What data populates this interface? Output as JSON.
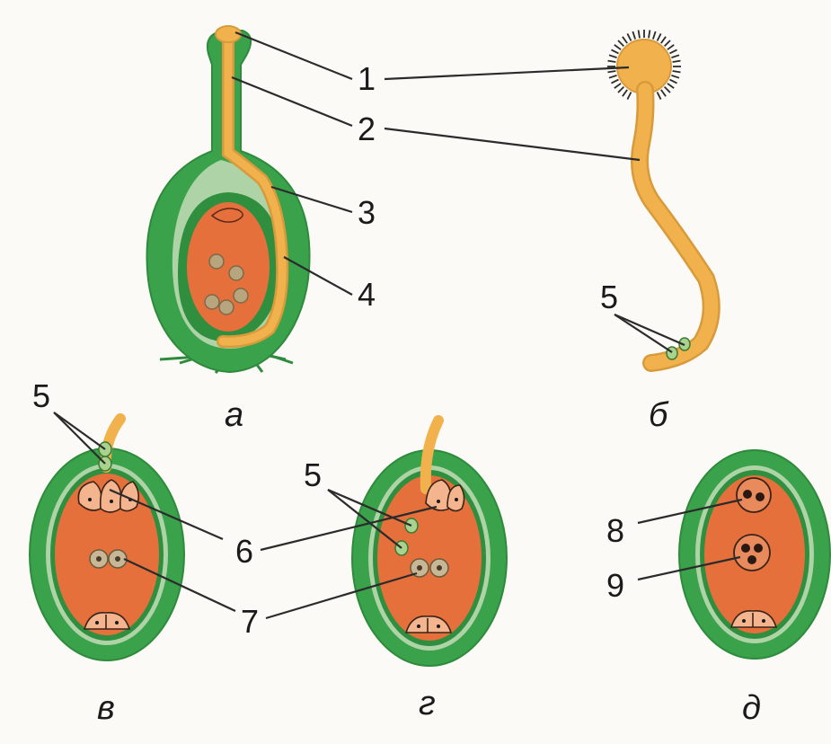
{
  "colors": {
    "wall": "#3aa24a",
    "wall_dark": "#2e8a3c",
    "inner_layer": "#aed3a6",
    "embryo_sac": "#e5703c",
    "pollen_tube": "#f1b24e",
    "background": "#fbfaf6"
  },
  "labels": {
    "n1": "1",
    "n2": "2",
    "n3": "3",
    "n4": "4",
    "n5_b": "5",
    "n5_v": "5",
    "n5_g": "5",
    "n6": "6",
    "n7": "7",
    "n8": "8",
    "n9": "9"
  },
  "captions": {
    "a": "а",
    "b": "б",
    "v": "в",
    "g": "г",
    "d": "д"
  }
}
